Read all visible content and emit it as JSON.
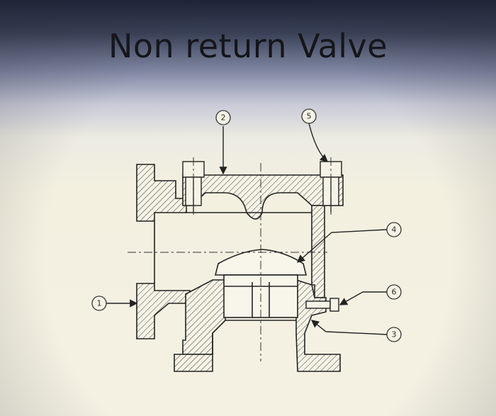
{
  "slide": {
    "title": "Non return Valve"
  },
  "diagram": {
    "callouts": [
      "1",
      "2",
      "3",
      "4",
      "5",
      "6"
    ]
  }
}
